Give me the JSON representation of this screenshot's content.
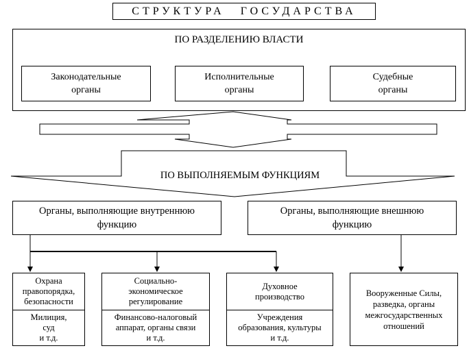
{
  "title": "СТРУКТУРА ГОСУДАРСТВА",
  "power_division": {
    "heading": "ПО РАЗДЕЛЕНИЮ ВЛАСТИ",
    "organs": [
      {
        "line1": "Законодательные",
        "line2": "органы"
      },
      {
        "line1": "Исполнительные",
        "line2": "органы"
      },
      {
        "line1": "Судебные",
        "line2": "органы"
      }
    ]
  },
  "functions": {
    "heading": "ПО ВЫПОЛНЯЕМЫМ ФУНКЦИЯМ",
    "internal": {
      "line1": "Органы, выполняющие внутреннюю",
      "line2": "функцию"
    },
    "external": {
      "line1": "Органы, выполняющие внешнюю",
      "line2": "функцию"
    }
  },
  "subdivisions": [
    {
      "top": [
        "Охрана",
        "правопорядка,",
        "безопасности"
      ],
      "bottom": [
        "Милиция,",
        "суд",
        "и т.д."
      ]
    },
    {
      "top": [
        "Социально-",
        "экономическое",
        "регулирование"
      ],
      "bottom": [
        "Финансово-налоговый",
        "аппарат, органы связи",
        "и т.д."
      ]
    },
    {
      "top": [
        "Духовное",
        "производство"
      ],
      "bottom": [
        "Учреждения",
        "образования, культуры",
        "и т.д."
      ]
    }
  ],
  "external_detail": [
    "Вооруженные Силы,",
    "разведка, органы",
    "межгосударственных",
    "отношений"
  ]
}
